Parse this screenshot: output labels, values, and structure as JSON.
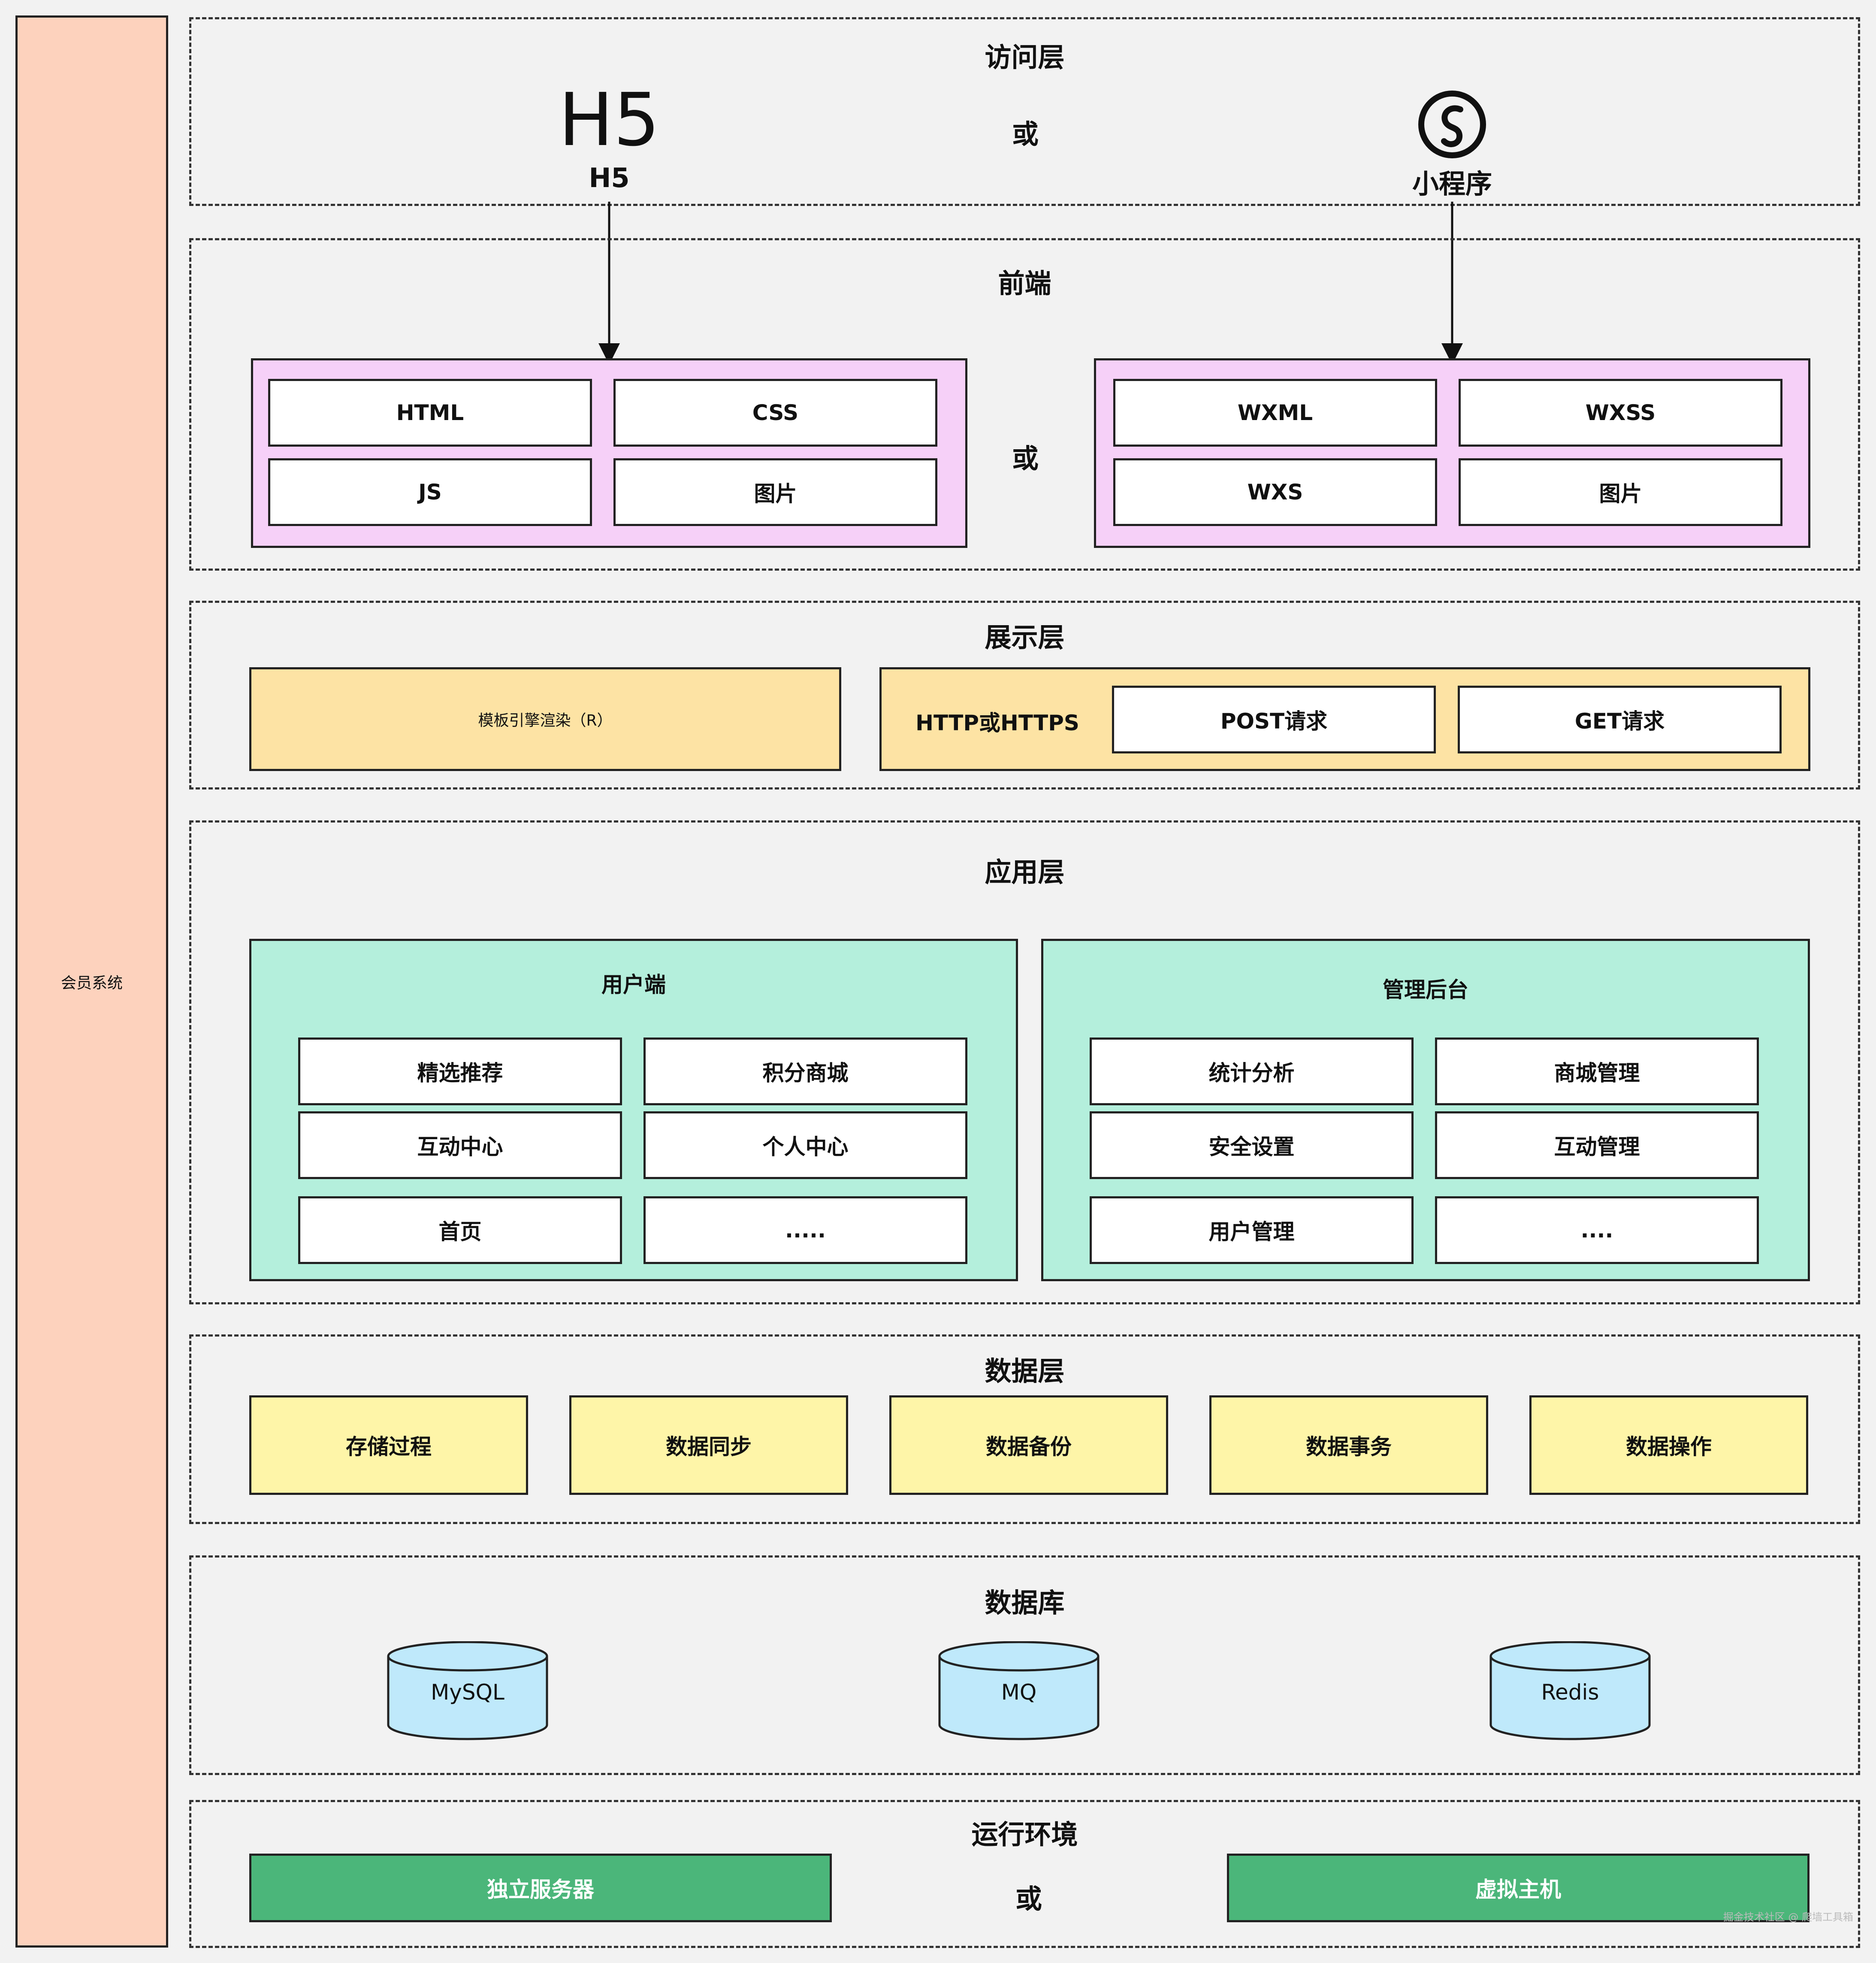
{
  "sidebar": {
    "label": "会员系统"
  },
  "access": {
    "title": "访问层",
    "or": "或",
    "h5_logo": "H5",
    "h5_label": "H5",
    "miniprogram_label": "小程序",
    "miniprogram_icon": "miniprogram-logo-icon"
  },
  "frontend": {
    "title": "前端",
    "or": "或",
    "h5_items": [
      "HTML",
      "CSS",
      "JS",
      "图片"
    ],
    "mp_items": [
      "WXML",
      "WXSS",
      "WXS",
      "图片"
    ]
  },
  "presentation": {
    "title": "展示层",
    "template_engine": "模板引擎渲染（R）",
    "protocol": "HTTP或HTTPS",
    "requests": [
      "POST请求",
      "GET请求"
    ]
  },
  "application": {
    "title": "应用层",
    "user_panel": {
      "title": "用户端",
      "items": [
        "精选推荐",
        "积分商城",
        "互动中心",
        "个人中心",
        "首页",
        "....."
      ]
    },
    "admin_panel": {
      "title": "管理后台",
      "items": [
        "统计分析",
        "商城管理",
        "安全设置",
        "互动管理",
        "用户管理",
        "...."
      ]
    }
  },
  "data_layer": {
    "title": "数据层",
    "items": [
      "存储过程",
      "数据同步",
      "数据备份",
      "数据事务",
      "数据操作"
    ]
  },
  "database": {
    "title": "数据库",
    "items": [
      "MySQL",
      "MQ",
      "Redis"
    ]
  },
  "runtime": {
    "title": "运行环境",
    "or": "或",
    "items": [
      "独立服务器",
      "虚拟主机"
    ]
  },
  "watermark": "掘金技术社区 @ 爬墙工具箱",
  "colors": {
    "sidebar": "#fdd2bd",
    "frontend_panel": "#f6d0f8",
    "presentation_panel": "#fde3a4",
    "application_panel": "#b4efdc",
    "data_box": "#fef5a8",
    "database_cylinder": "#bfe9fb",
    "runtime_box": "#4bb67a"
  }
}
